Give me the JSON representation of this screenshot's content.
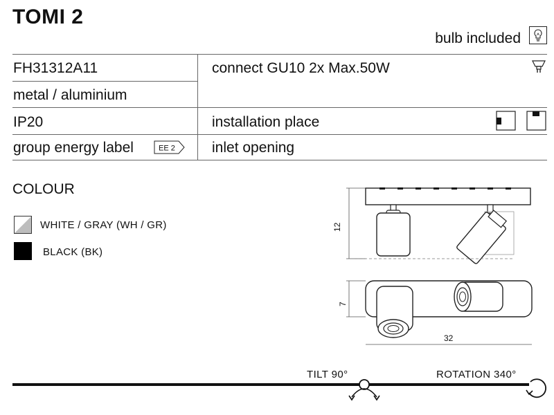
{
  "header": {
    "title": "TOMI 2",
    "bulb_text": "bulb included"
  },
  "specs": {
    "code": "FH31312A11",
    "material": "metal / aluminium",
    "ip": "IP20",
    "energy": "group energy label",
    "energy_badge": "EE 2",
    "connect": "connect GU10 2x Max.50W",
    "installation": "installation place",
    "inlet": "inlet opening"
  },
  "colour": {
    "title": "COLOUR",
    "options": [
      {
        "label": "WHITE / GRAY (WH / GR)"
      },
      {
        "label": "BLACK (BK)"
      }
    ]
  },
  "dimensions": {
    "height": "12",
    "depth": "7",
    "length": "32"
  },
  "motion": {
    "tilt": "TILT 90°",
    "rotation": "ROTATION 340°"
  }
}
